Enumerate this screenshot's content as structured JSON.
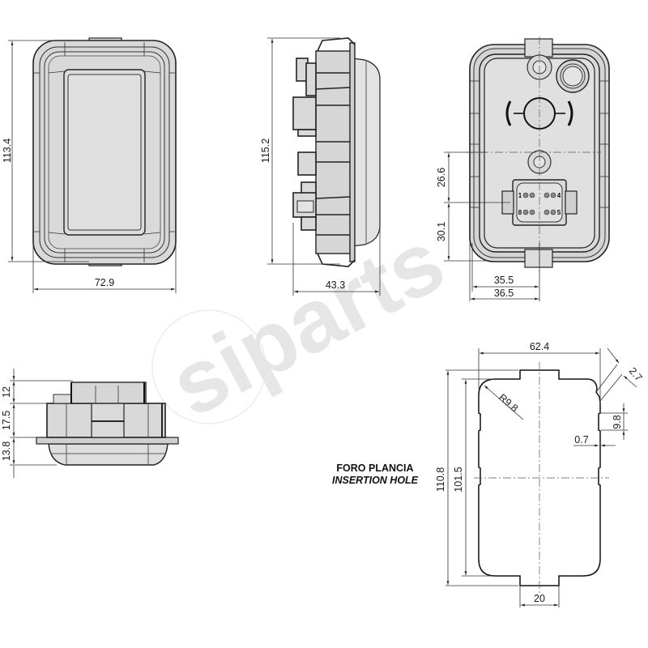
{
  "watermark": {
    "text": "siparts",
    "color": "#e6e6e6"
  },
  "views": {
    "front": {
      "height_dim": "113.4",
      "width_dim": "72.9"
    },
    "side": {
      "height_dim": "115.2",
      "depth_dim": "43.3"
    },
    "rear": {
      "dim_upper": "26.6",
      "dim_lower": "30.1",
      "dim_width_a": "35.5",
      "dim_width_b": "36.5",
      "connector_pins": {
        "top_left": "1",
        "top_right": "4",
        "bottom_left": "8",
        "bottom_right": "5"
      }
    },
    "bottom": {
      "dim_top": "12",
      "dim_middle": "17.5",
      "dim_bottom": "13.8"
    },
    "cutout": {
      "title": "FORO PLANCIA",
      "subtitle": "INSERTION HOLE",
      "width_dim": "62.4",
      "corner_radius": "R9.8",
      "chamfer_dim": "2.7",
      "notch_height": "9.8",
      "notch_depth": "0.7",
      "overall_height": "110.8",
      "inner_height": "101.5",
      "tab_width": "20"
    }
  }
}
